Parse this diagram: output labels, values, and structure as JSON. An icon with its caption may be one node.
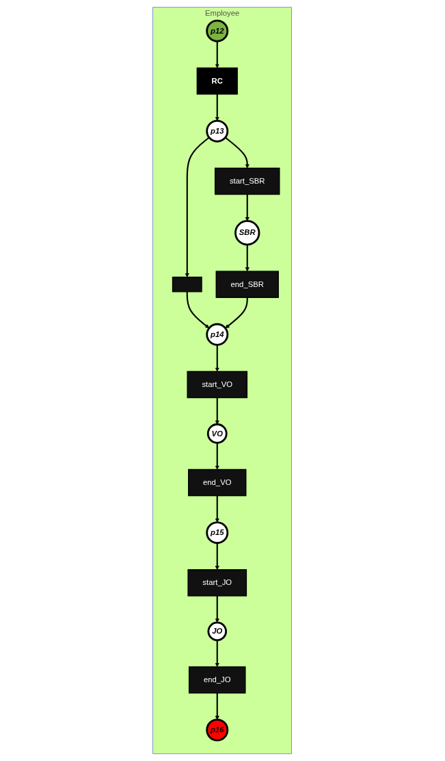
{
  "diagram": {
    "nodes": [
      {
        "text": [
          "Employee"
        ]
      },
      {
        "text": [
          "p12"
        ],
        "in": 0
      },
      {
        "text": [
          "RC"
        ],
        "in": 0
      },
      {
        "text": [
          "p13"
        ],
        "in": 0
      },
      {
        "text": [
          "start_SBR"
        ],
        "in": 0
      },
      {
        "text": [
          "SBR"
        ],
        "in": 0
      },
      {
        "text": [],
        "shape": "bar",
        "in": 0
      },
      {
        "text": [
          "end_SBR"
        ],
        "in": 0
      },
      {
        "text": [
          "p14"
        ],
        "in": 0
      },
      {
        "text": [
          "start_VO"
        ],
        "in": 0
      },
      {
        "text": [
          "VO"
        ],
        "in": 0
      },
      {
        "text": [
          "end_VO"
        ],
        "in": 0
      },
      {
        "text": [
          "p15"
        ],
        "in": 0
      },
      {
        "text": [
          "start_JO"
        ],
        "in": 0
      },
      {
        "text": [
          "JO"
        ],
        "in": 0
      },
      {
        "text": [
          "end_JO"
        ],
        "in": 0
      },
      {
        "text": [
          "p16"
        ],
        "in": 0
      }
    ],
    "edges": [
      {
        "from": 1,
        "to": 2,
        "arrow": "to"
      },
      {
        "from": 2,
        "to": 3,
        "arrow": "to"
      },
      {
        "from": 3,
        "to": 4,
        "arrow": "to"
      },
      {
        "from": 3,
        "to": 6,
        "arrow": "to"
      },
      {
        "from": 4,
        "to": 5,
        "arrow": "to"
      },
      {
        "from": 5,
        "to": 7,
        "arrow": "to"
      },
      {
        "from": 6,
        "to": 8,
        "arrow": "to"
      },
      {
        "from": 7,
        "to": 8,
        "arrow": "to"
      },
      {
        "from": 8,
        "to": 9,
        "arrow": "to"
      },
      {
        "from": 9,
        "to": 10,
        "arrow": "to"
      },
      {
        "from": 10,
        "to": 11,
        "arrow": "to"
      },
      {
        "from": 11,
        "to": 12,
        "arrow": "to"
      },
      {
        "from": 12,
        "to": 13,
        "arrow": "to"
      },
      {
        "from": 13,
        "to": 14,
        "arrow": "to"
      },
      {
        "from": 14,
        "to": 15,
        "arrow": "to"
      },
      {
        "from": 15,
        "to": 16,
        "arrow": "to"
      }
    ]
  }
}
